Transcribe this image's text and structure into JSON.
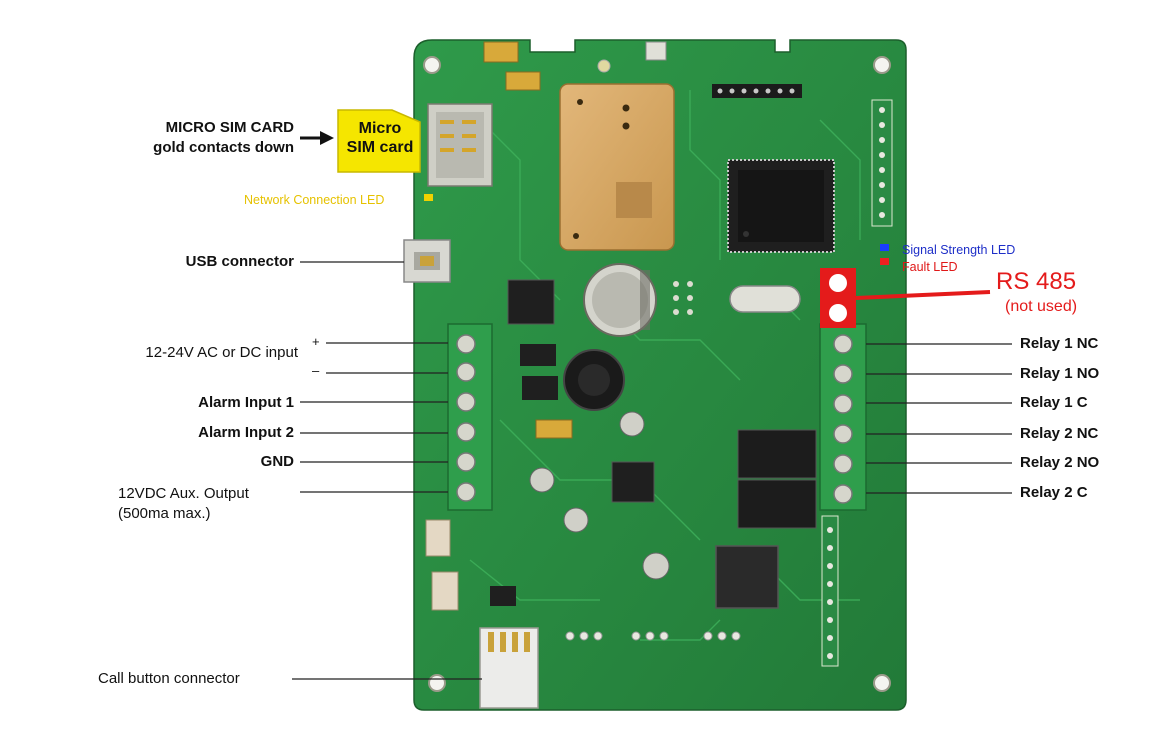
{
  "labels": {
    "sim_line1": "MICRO SIM CARD",
    "sim_line2": "gold contacts down",
    "sim_card_line1": "Micro",
    "sim_card_line2": "SIM card",
    "network_led": "Network Connection LED",
    "usb": "USB connector",
    "power_input": "12-24V AC or DC input",
    "plus": "+",
    "minus": "–",
    "alarm1": "Alarm Input 1",
    "alarm2": "Alarm Input 2",
    "gnd": "GND",
    "aux_line1": "12VDC Aux. Output",
    "aux_line2": "(500ma max.)",
    "call_button": "Call button connector",
    "signal_led": "Signal Strength LED",
    "fault_led": "Fault LED",
    "rs485": "RS 485",
    "rs485_note": "(not used)",
    "relay1_nc": "Relay 1 NC",
    "relay1_no": "Relay 1 NO",
    "relay1_c": "Relay 1 C",
    "relay2_nc": "Relay 2 NC",
    "relay2_no": "Relay 2 NO",
    "relay2_c": "Relay 2 C"
  },
  "colors": {
    "pcb": "#2f9a4a",
    "sim_card": "#f5e600",
    "network_led": "#e6c200",
    "signal_led": "#1e2fc8",
    "fault_led": "#e01818",
    "rs485": "#e41b1b"
  }
}
